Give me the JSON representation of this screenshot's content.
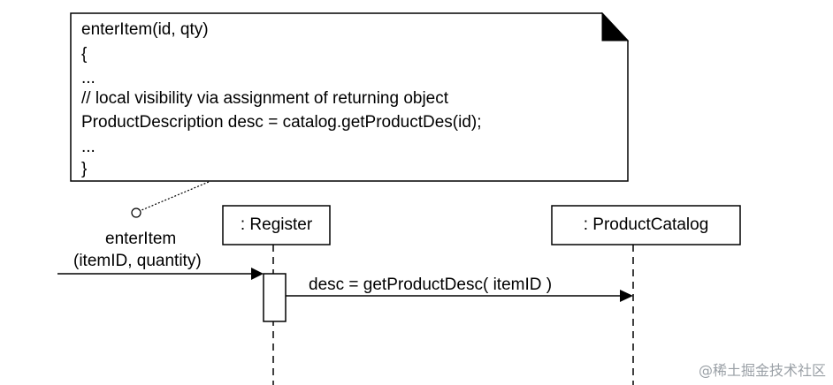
{
  "note": {
    "lines": [
      "enterItem(id, qty)",
      "{",
      "...",
      "// local visibility via assignment of returning object",
      "ProductDescription desc = catalog.getProductDes(id);",
      "...",
      "}"
    ]
  },
  "lifelines": {
    "register": ": Register",
    "catalog": ": ProductCatalog"
  },
  "messages": {
    "found_message_line1": "enterItem",
    "found_message_line2": "(itemID, quantity)",
    "call": "desc = getProductDesc( itemID )"
  },
  "watermark": "@稀土掘金技术社区"
}
